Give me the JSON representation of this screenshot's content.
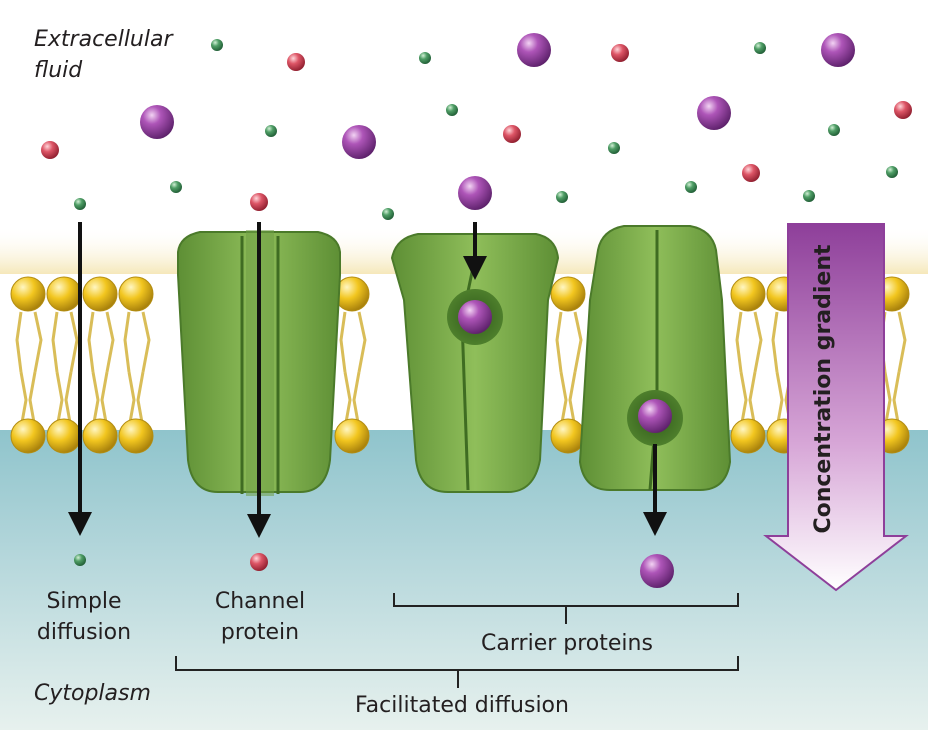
{
  "regions": {
    "extracellular": "Extracellular\nfluid",
    "cytoplasm": "Cytoplasm"
  },
  "labels": {
    "simple_diffusion": "Simple\ndiffusion",
    "channel_protein": "Channel\nprotein",
    "carrier_proteins": "Carrier proteins",
    "facilitated_diffusion": "Facilitated diffusion",
    "concentration_gradient": "Concentration gradient"
  },
  "colors": {
    "extracellular": "#ffffff",
    "cytoplasm": "#a9d0d7",
    "phospholipid_head": "#f2c61f",
    "lipid_tail": "#e2c964",
    "protein": "#7aa84a",
    "protein_dark": "#4d7d2e",
    "purple_molecule": "#8e3f9a",
    "red_molecule": "#cf4455",
    "green_molecule": "#3f8c58",
    "gradient_arrow": "#a04d9e",
    "arrow": "#111111"
  },
  "icons": [
    "purple-molecule-icon",
    "red-molecule-icon",
    "green-molecule-icon"
  ]
}
